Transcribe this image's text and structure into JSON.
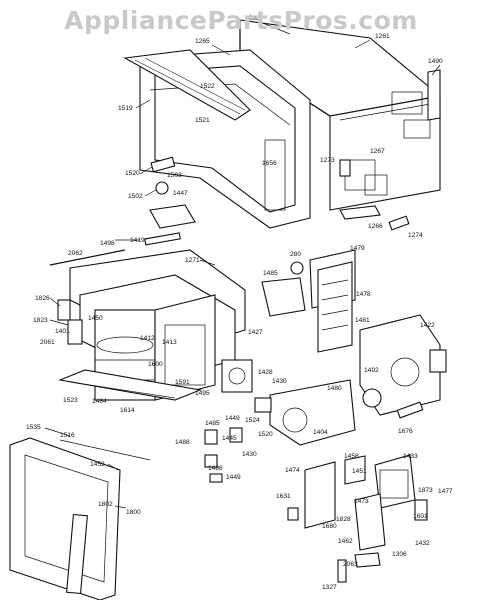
{
  "watermark": "AppliancePartsPros.com",
  "part_numbers": [
    "1288",
    "1265",
    "1261",
    "1490",
    "1522",
    "1519",
    "1521",
    "1656",
    "1273",
    "1267",
    "1520",
    "1503",
    "1502",
    "1447",
    "1266",
    "1274",
    "1419",
    "1498",
    "2062",
    "1271",
    "1479",
    "280",
    "1485",
    "1478",
    "1826",
    "1823",
    "1401",
    "2061",
    "1450",
    "1412",
    "1600",
    "1413",
    "1427",
    "1481",
    "1422",
    "1591",
    "1428",
    "1430",
    "1495",
    "1523",
    "1484",
    "1614",
    "1492",
    "1480",
    "1449",
    "1524",
    "1520",
    "1404",
    "1676",
    "1485",
    "1445",
    "1488",
    "1430",
    "1486",
    "1474",
    "1458",
    "1449",
    "1535",
    "1516",
    "1452",
    "1433",
    "1451",
    "1473",
    "1477",
    "1631",
    "1800",
    "1802",
    "1873",
    "1601",
    "1680",
    "1828",
    "1462",
    "1432",
    "1306",
    "2063",
    "1327"
  ],
  "colors": {
    "watermark": "#c9c9c9",
    "ink": "#111111"
  }
}
